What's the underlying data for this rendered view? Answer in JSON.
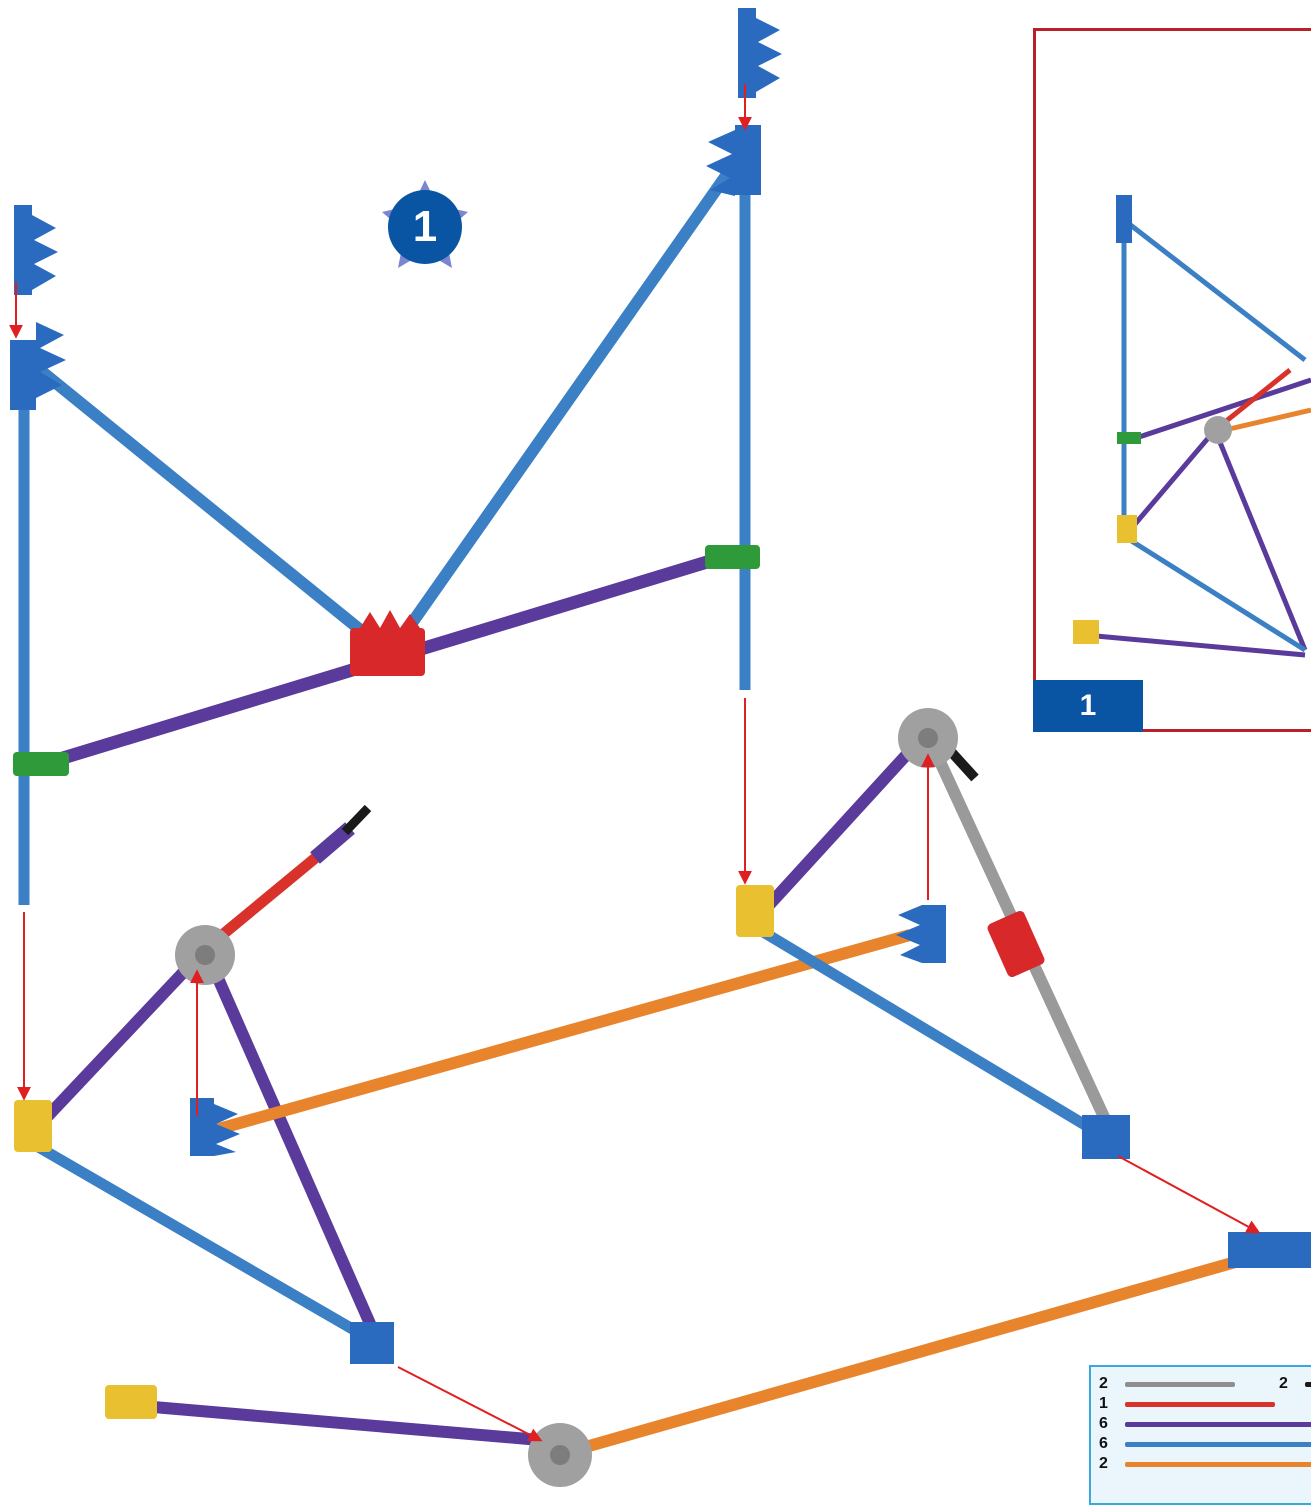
{
  "diagram": {
    "step_number": "1",
    "inset": {
      "tab_label": "1"
    },
    "parts_list": {
      "rows": [
        {
          "qty": "2",
          "color": "#8f8f8f"
        },
        {
          "qty": "1",
          "color": "#d8322a"
        },
        {
          "qty": "6",
          "color": "#5a3a9b"
        },
        {
          "qty": "6",
          "color": "#3b7fc4"
        },
        {
          "qty": "2",
          "color": "#e8842c"
        }
      ],
      "extra": {
        "qty": "2",
        "color": "#1a1a1a"
      }
    },
    "colors": {
      "blue_rod": "#3b7fc4",
      "purple_rod": "#5a3a9b",
      "orange_rod": "#e8842c",
      "red_rod": "#d8322a",
      "gray_rod": "#9a9a9a",
      "arrow": "#e02020",
      "connector_blue": "#2a6bc0",
      "connector_red": "#d8282a",
      "connector_gray": "#a0a0a0",
      "connector_yellow": "#e8c030",
      "connector_green": "#2f9a3a"
    }
  }
}
